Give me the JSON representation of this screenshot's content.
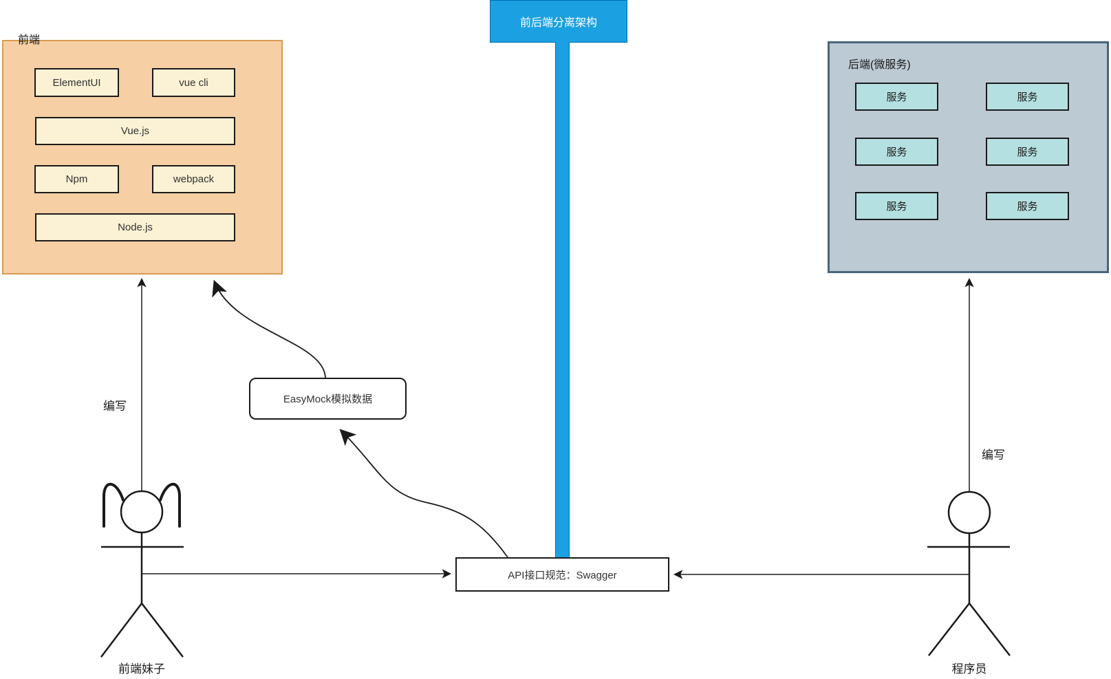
{
  "title": "前后端分离架构",
  "frontend": {
    "label": "前端",
    "items": [
      "ElementUI",
      "vue cli",
      "Vue.js",
      "Npm",
      "webpack",
      "Node.js"
    ]
  },
  "backend": {
    "label": "后端(微服务)",
    "service": "服务",
    "service_count": 6
  },
  "easymock": {
    "label": "EasyMock模拟数据"
  },
  "api": {
    "label": "API接口规范：Swagger"
  },
  "labels": {
    "write_left": "编写",
    "write_right": "编写",
    "frontend_girl": "前端妹子",
    "programmer": "程序员"
  },
  "colors": {
    "banner_fill": "#1BA1E2",
    "banner_border": "#006EAF",
    "frontend_fill": "#F6CFA4",
    "frontend_border": "#D79B52",
    "item_fill": "#FBF1D4",
    "backend_fill": "#BCCAD4",
    "backend_border": "#4A657A",
    "service_fill": "#B5E0E1",
    "line": "#1A1A1A"
  }
}
